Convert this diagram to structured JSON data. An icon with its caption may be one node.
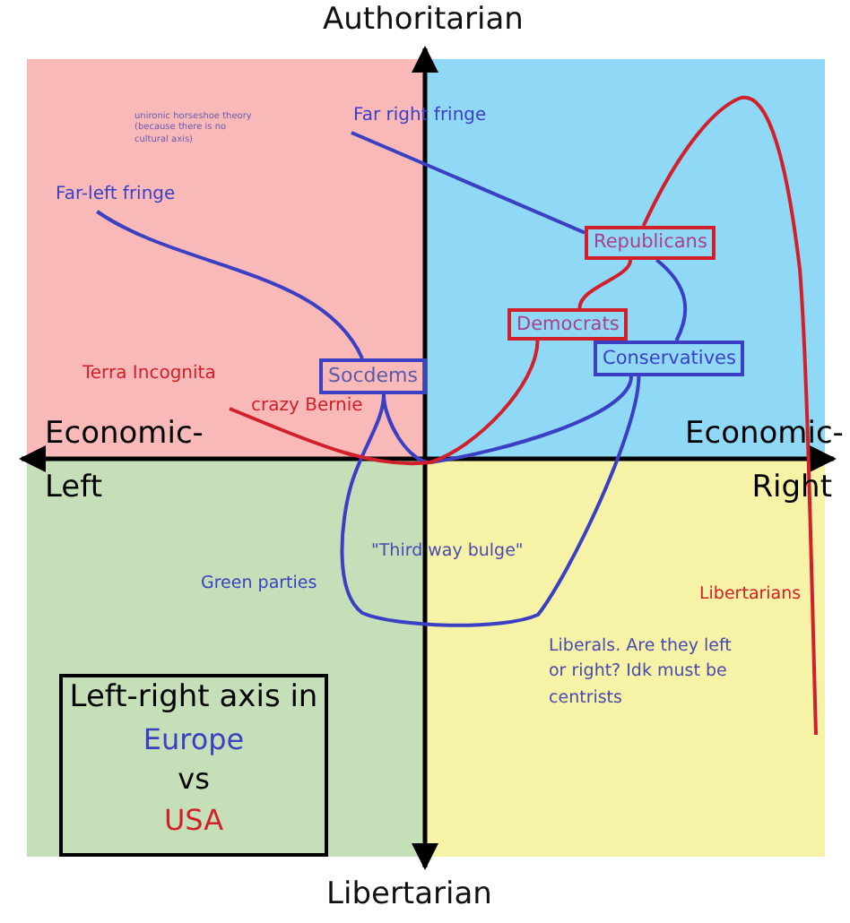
{
  "diagram": {
    "nodes": [
      {
        "text": [
          "Socdems"
        ]
      },
      {
        "text": [
          "Republicans"
        ]
      },
      {
        "text": [
          "Democrats"
        ]
      },
      {
        "text": [
          "Conservatives"
        ]
      },
      {
        "text": [
          "Left-right axis in",
          "Europe",
          "vs",
          "USA"
        ]
      },
      {
        "text": [
          "Far right fringe"
        ]
      },
      {
        "text": [
          "Far-left fringe"
        ]
      }
    ],
    "edges": [
      {
        "from": 0,
        "to": 3,
        "arrow": "none"
      },
      {
        "from": 3,
        "to": 0,
        "arrow": "none"
      },
      {
        "from": 1,
        "to": 3,
        "arrow": "none"
      },
      {
        "from": 2,
        "to": 1,
        "arrow": "none",
        "color": "#d21f2a"
      },
      {
        "from": 6,
        "to": 0,
        "arrow": "none"
      },
      {
        "from": 5,
        "to": 1,
        "arrow": "none"
      },
      {
        "from": null,
        "to": 2,
        "arrow": "none",
        "color": "#d21f2a"
      },
      {
        "from": 1,
        "to": null,
        "arrow": "none",
        "color": "#d21f2a"
      }
    ],
    "labels": [
      "Authoritarian",
      "unironic horseshoe theory (because there is no cultural axis)",
      "Terra Incognita",
      "crazy Bernie",
      "Economic- Left",
      "Economic- Right",
      "\"Third way bulge\"",
      "Green parties",
      "Libertarians",
      "Liberals. Are they left or right? Idk must be centrists",
      "Libertarian"
    ]
  }
}
